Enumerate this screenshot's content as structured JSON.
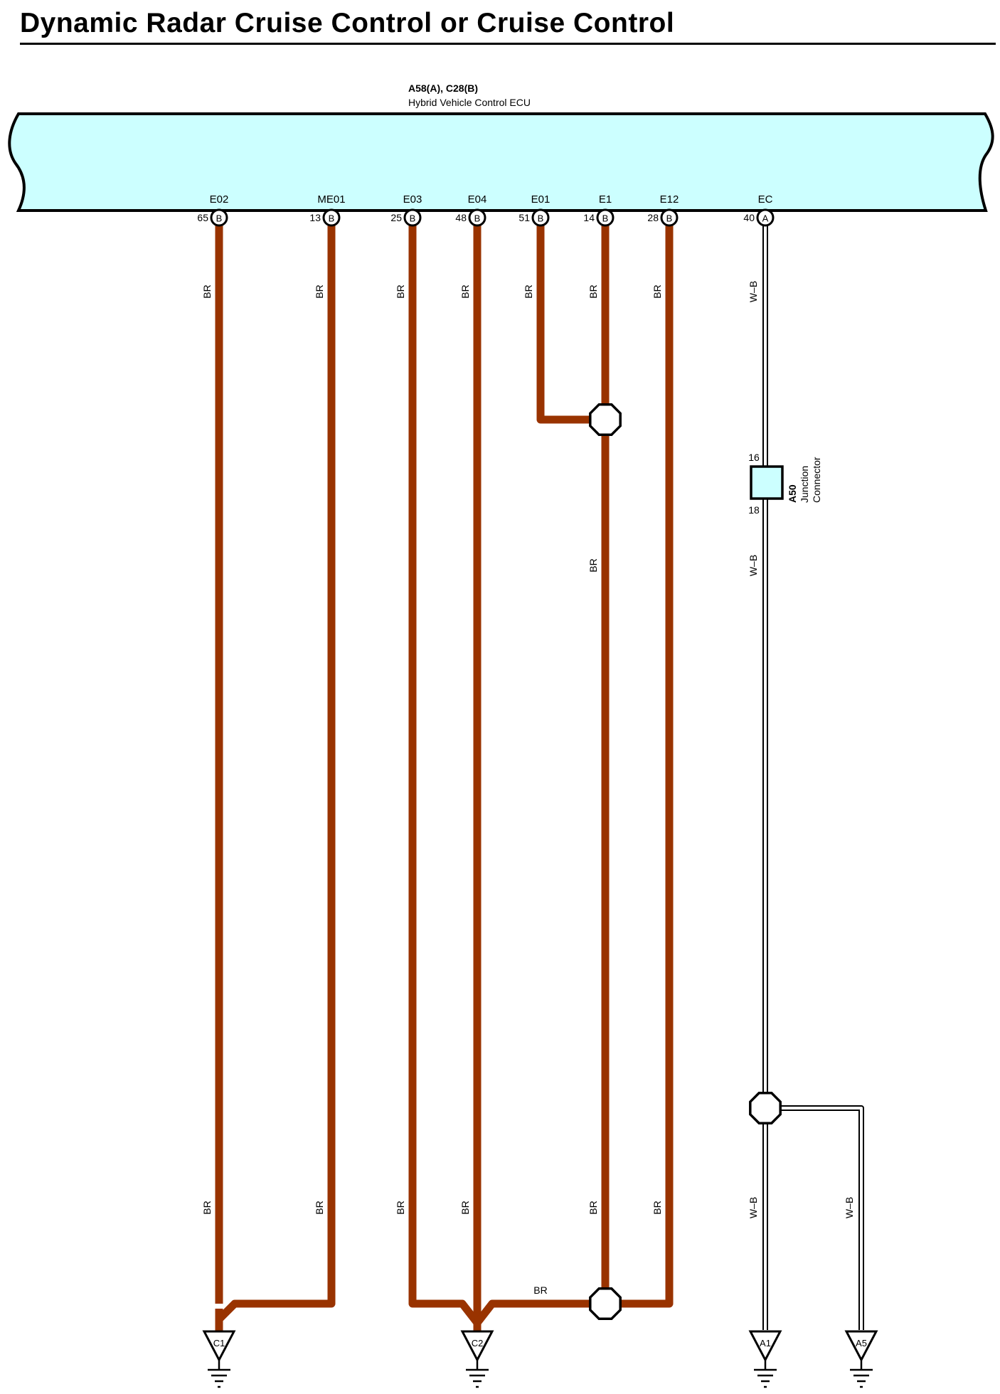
{
  "title": "Dynamic Radar Cruise Control or Cruise Control",
  "ecu": {
    "connector_id": "A58(A), C28(B)",
    "name": "Hybrid Vehicle Control ECU"
  },
  "pins": [
    {
      "terminal": "E02",
      "pin": "65",
      "connector": "B",
      "wire_top": "BR",
      "wire_bottom": "BR"
    },
    {
      "terminal": "ME01",
      "pin": "13",
      "connector": "B",
      "wire_top": "BR",
      "wire_bottom": "BR"
    },
    {
      "terminal": "E03",
      "pin": "25",
      "connector": "B",
      "wire_top": "BR",
      "wire_bottom": "BR"
    },
    {
      "terminal": "E04",
      "pin": "48",
      "connector": "B",
      "wire_top": "BR",
      "wire_bottom": "BR"
    },
    {
      "terminal": "E01",
      "pin": "51",
      "connector": "B",
      "wire_top": "BR"
    },
    {
      "terminal": "E1",
      "pin": "14",
      "connector": "B",
      "wire_top": "BR",
      "wire_mid": "BR",
      "wire_bottom": "BR"
    },
    {
      "terminal": "E12",
      "pin": "28",
      "connector": "B",
      "wire_top": "BR",
      "wire_bottom": "BR"
    },
    {
      "terminal": "EC",
      "pin": "40",
      "connector": "A",
      "wire_top": "W–B",
      "wire_mid": "W–B",
      "wire_bottom": "W–B"
    }
  ],
  "junction_connector": {
    "id": "A50",
    "name": "Junction\nConnector",
    "name_line1": "Junction",
    "name_line2": "Connector",
    "pin_in": "16",
    "pin_out": "18",
    "fill": "#ccffff"
  },
  "bus_label": "BR",
  "branch_wire_label": "W–B",
  "grounds": [
    "C1",
    "C2",
    "A1",
    "A5"
  ],
  "colors": {
    "ecu_fill": "#ccffff",
    "wire_br": "#993300",
    "wire_wb": "#ffffff"
  }
}
